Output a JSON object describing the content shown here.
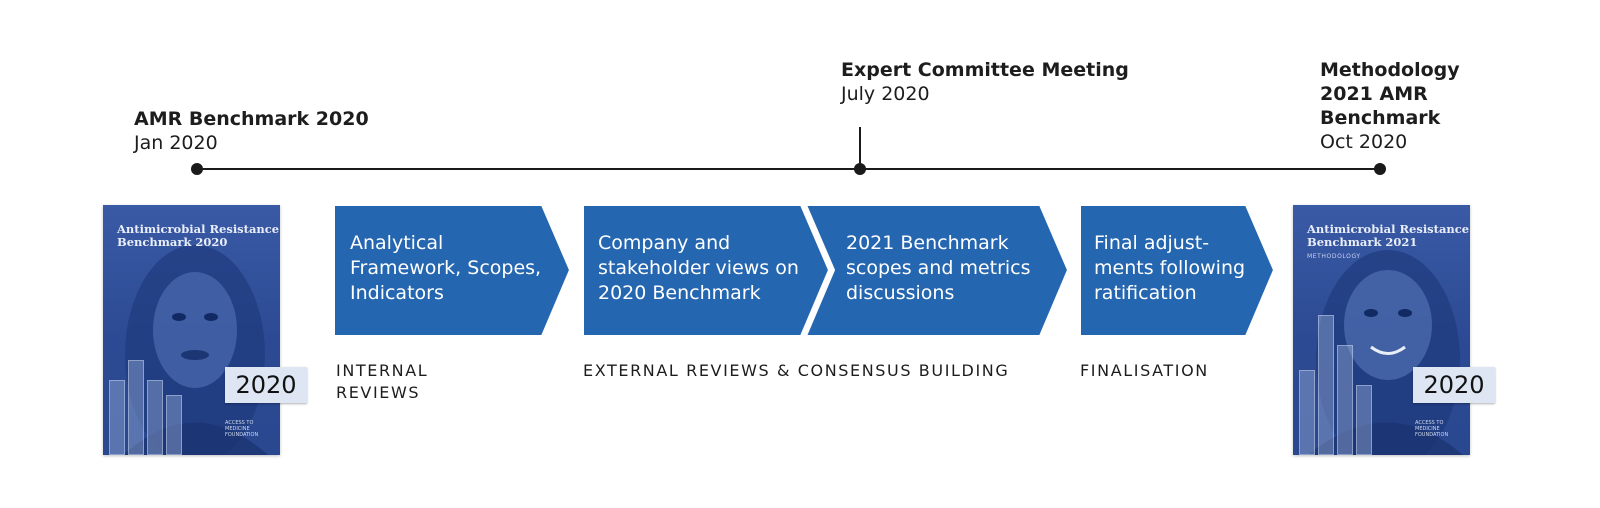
{
  "milestones": [
    {
      "title": "AMR Benchmark 2020",
      "date": "Jan 2020"
    },
    {
      "title": "Expert Committee Meeting",
      "date": "July 2020"
    },
    {
      "title_lines": [
        "Methodology",
        "2021 AMR",
        "Benchmark"
      ],
      "date": "Oct 2020"
    }
  ],
  "steps": [
    {
      "lines": [
        "Analytical",
        "Framework, Scopes,",
        "Indicators"
      ]
    },
    {
      "lines": [
        "Company and",
        "stakeholder views on",
        "2020 Benchmark"
      ]
    },
    {
      "lines": [
        "2021 Benchmark",
        "scopes and metrics",
        "discussions"
      ]
    },
    {
      "lines": [
        "Final adjust-",
        "ments following",
        "ratification"
      ]
    }
  ],
  "phases": [
    {
      "lines": [
        "INTERNAL",
        "REVIEWS"
      ]
    },
    {
      "label": "EXTERNAL REVIEWS & CONSENSUS BUILDING"
    },
    {
      "label": "FINALISATION"
    }
  ],
  "covers": [
    {
      "title_lines": [
        "Antimicrobial Resistance",
        "Benchmark 2020"
      ],
      "subtitle": "",
      "foot_lines": [
        "ACCESS TO",
        "MEDICINE",
        "FOUNDATION"
      ],
      "badge": "2020"
    },
    {
      "title_lines": [
        "Antimicrobial Resistance",
        "Benchmark 2021"
      ],
      "subtitle": "METHODOLOGY",
      "foot_lines": [
        "ACCESS TO",
        "MEDICINE",
        "FOUNDATION"
      ],
      "badge": "2020"
    }
  ],
  "colors": {
    "chevron": "#2566b0",
    "line": "#1a1a1a",
    "cover": "#2c4a93",
    "badge": "#dde6f2"
  }
}
